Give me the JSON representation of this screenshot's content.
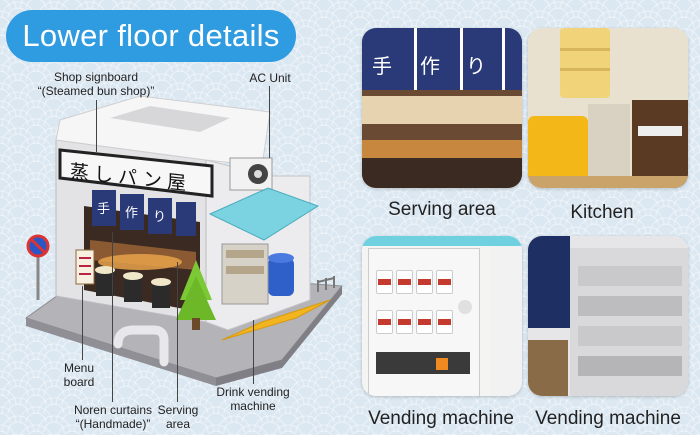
{
  "header": {
    "title": "Lower floor details"
  },
  "callouts": {
    "signboard_line1": "Shop signboard",
    "signboard_line2": "“(Steamed bun shop)”",
    "ac_unit": "AC Unit",
    "menu_board_line1": "Menu",
    "menu_board_line2": "board",
    "noren_line1": "Noren curtains",
    "noren_line2": "“(Handmade)”",
    "serving_line1": "Serving",
    "serving_line2": "area",
    "vending_line1": "Drink vending",
    "vending_line2": "machine"
  },
  "model": {
    "signboard_text": "蒸しパン屋",
    "noren_text": [
      "手",
      "作",
      "り"
    ]
  },
  "panels": [
    {
      "caption": "Serving area",
      "noren_text": [
        "手",
        "作",
        "り"
      ]
    },
    {
      "caption": "Kitchen"
    },
    {
      "caption": "Vending machine"
    },
    {
      "caption": "Vending machine"
    }
  ],
  "colors": {
    "title_pill": "#2f9be0",
    "noren_navy": "#2a3a78",
    "roof_white": "#f3f3f3",
    "awning_cyan": "#6fd1e0",
    "bush_green": "#7bc934",
    "floor_yellow": "#f2b51f",
    "base_grey": "#a9a9ae"
  }
}
